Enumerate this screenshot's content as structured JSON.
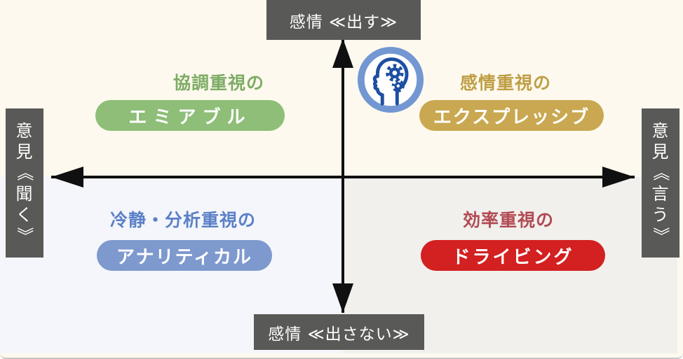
{
  "axes": {
    "top": {
      "label": "感情 ≪出す≫"
    },
    "bottom": {
      "label": "感情 ≪出さない≫"
    },
    "left": {
      "label": "意見《聞く》"
    },
    "right": {
      "label": "意見《言う》"
    }
  },
  "quadrants": {
    "top_left": {
      "heading": "協調重視の",
      "name": "エミアブル",
      "heading_color": "#7dac64",
      "pill_color": "#8ebe78"
    },
    "top_right": {
      "heading": "感情重視の",
      "name": "エクスプレッシブ",
      "heading_color": "#bf9e45",
      "pill_color": "#c9a851"
    },
    "bottom_left": {
      "heading": "冷静・分析重視の",
      "name": "アナリティカル",
      "heading_color": "#5b80c7",
      "pill_color": "#7e99ce"
    },
    "bottom_right": {
      "heading": "効率重視の",
      "name": "ドライビング",
      "heading_color": "#b24a53",
      "pill_color": "#d32020"
    }
  },
  "center_icon": {
    "name": "head-with-gears-icon"
  },
  "colors": {
    "axis_box_bg": "#595957",
    "axis_box_text": "#ffffff",
    "axis_line": "#101010",
    "bg_top": "#fdf9ee",
    "bg_bottom_left": "#f4f6fb",
    "bg_bottom_right": "#f1f0ed",
    "icon_ring": "#7397d2",
    "icon_head": "#1d4fa1"
  }
}
